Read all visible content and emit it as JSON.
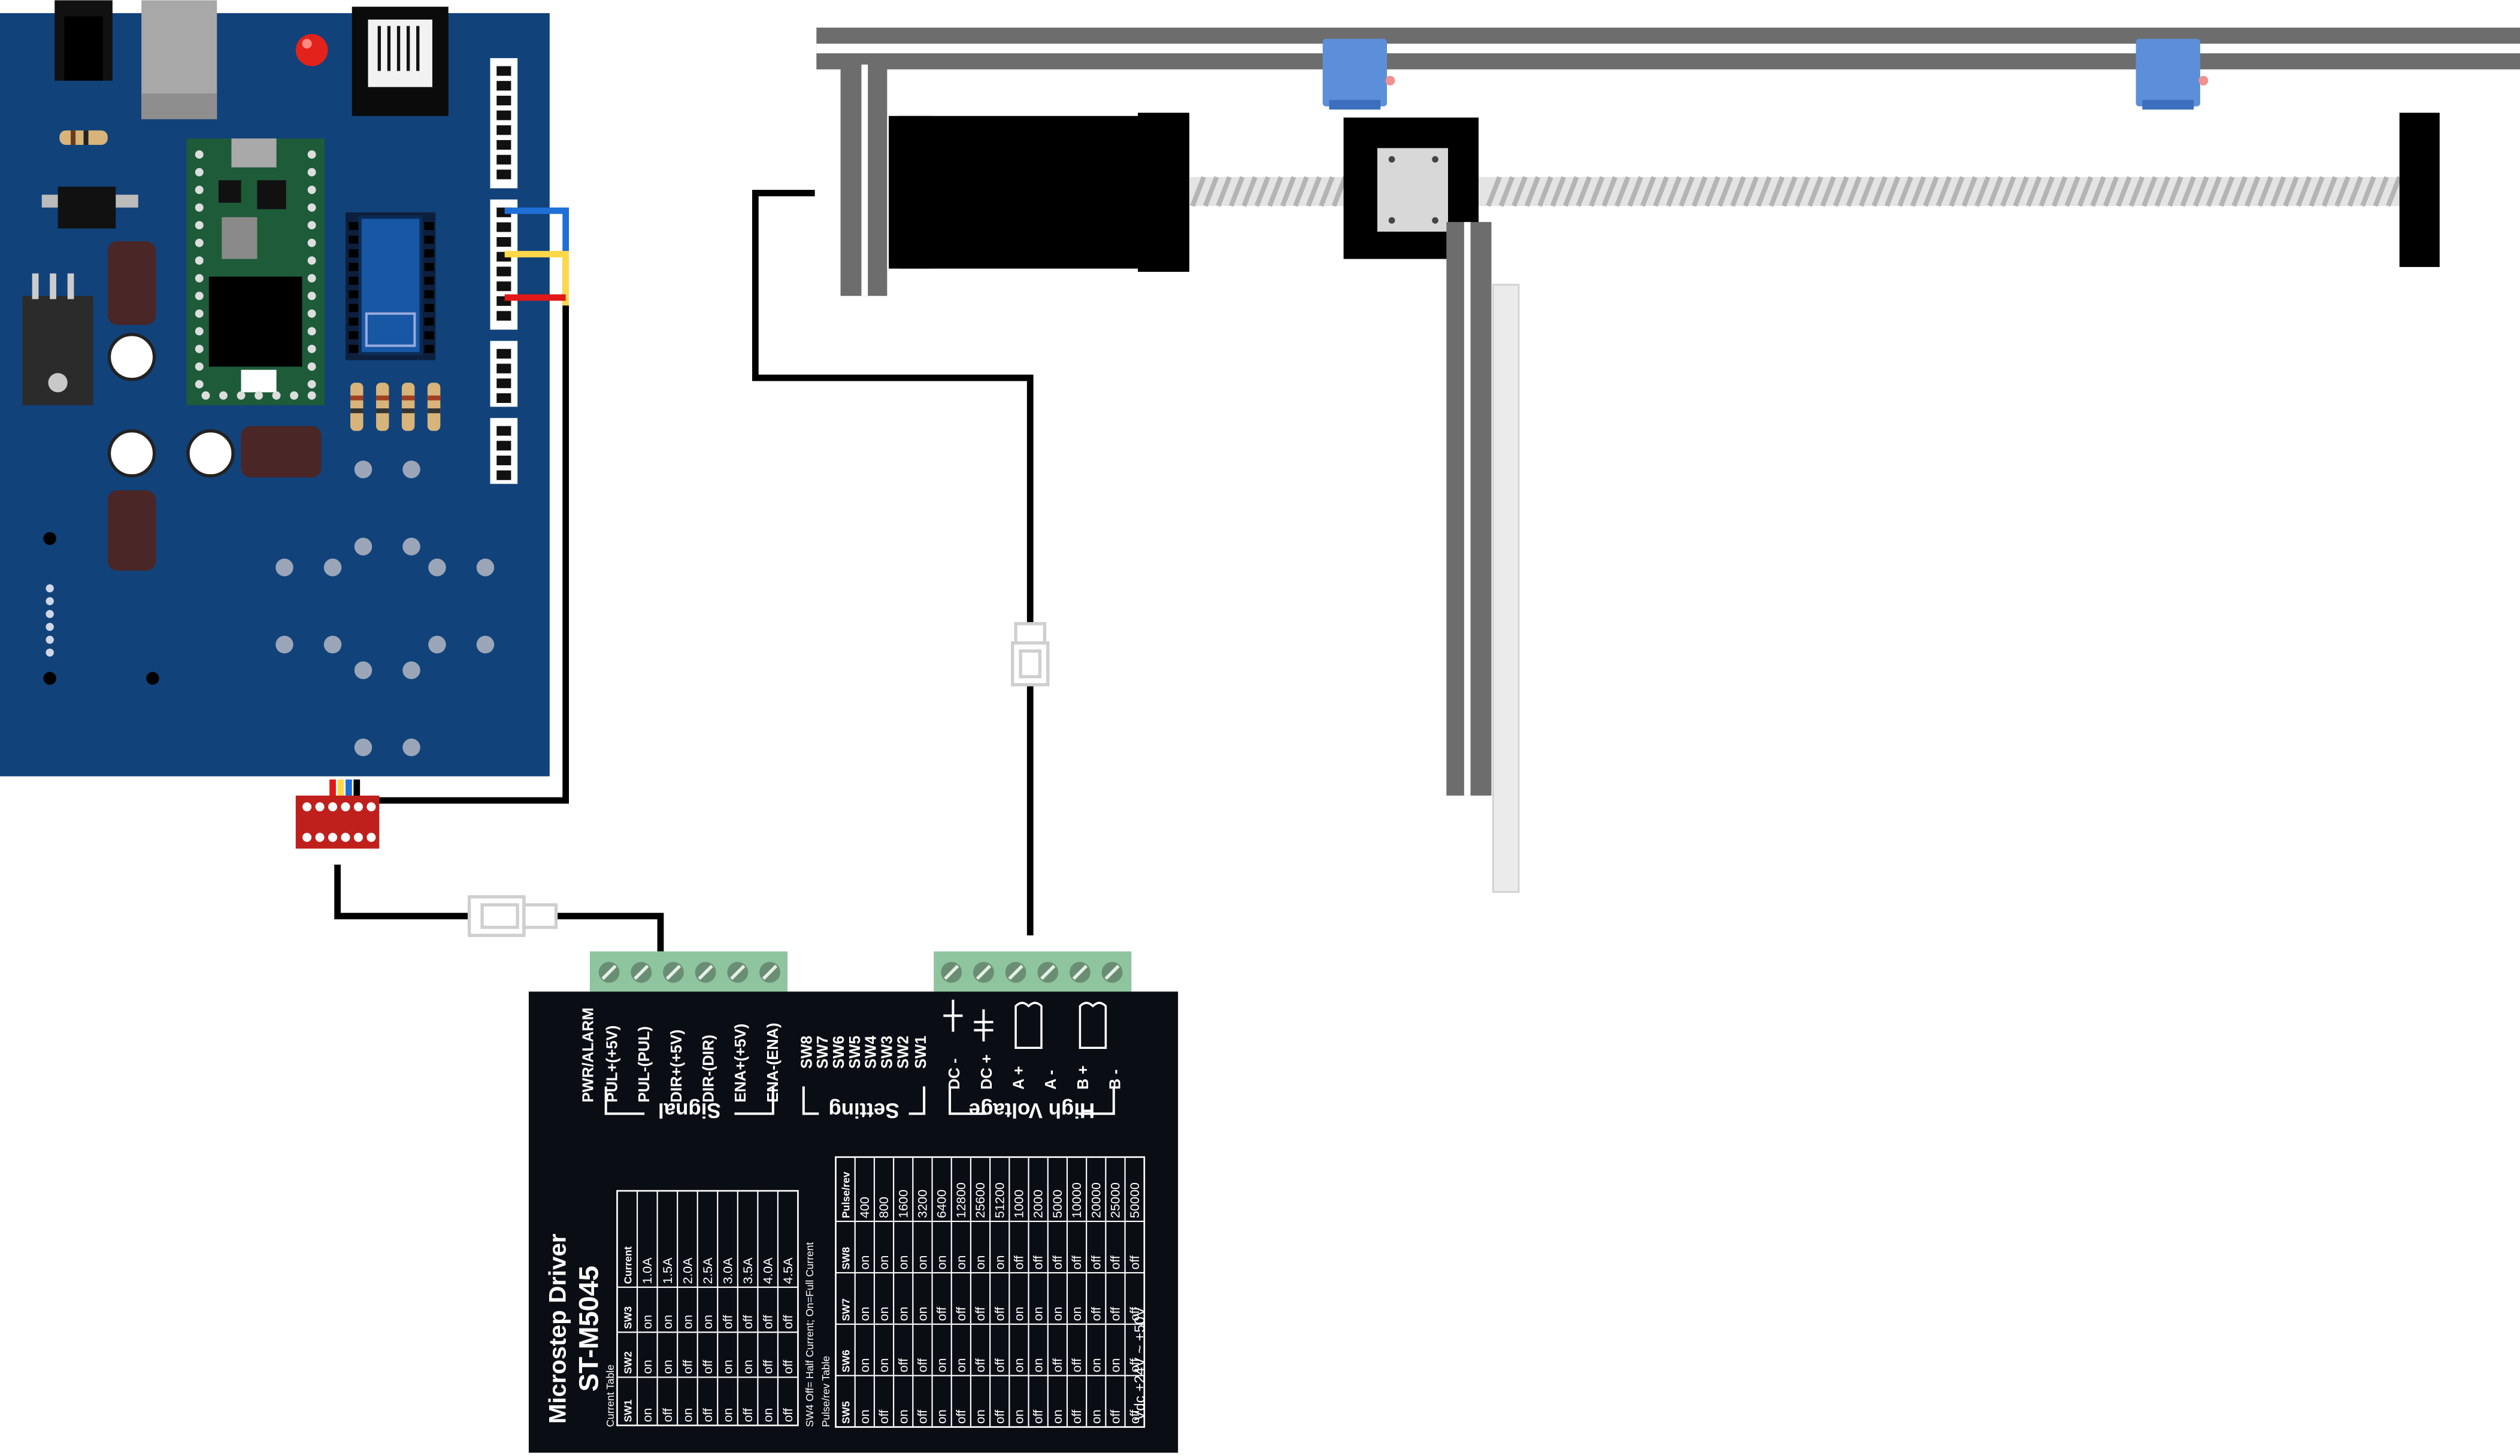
{
  "colors": {
    "pcb": "#11427a",
    "driver_body": "#0a0d14",
    "terminal": "#8fc59e",
    "rail": "#6d6d6d",
    "carriage": "#5b8fd9",
    "wire_blue": "#1f6fd6",
    "wire_yellow": "#ffd84a",
    "wire_red": "#e01818",
    "wire_black": "#000000",
    "connector_red": "#c0201c"
  },
  "driver": {
    "title": "Microstep Driver",
    "model": "ST-M5045",
    "signal_pins": [
      "PWR/ALARM",
      "PUL+(+5V)",
      "PUL-(PUL)",
      "DIR+(+5V)",
      "DIR-(DIR)",
      "ENA+(+5V)",
      "ENA-(ENA)"
    ],
    "setting_pins": [
      "SW8",
      "SW7",
      "SW6",
      "SW5",
      "SW4",
      "SW3",
      "SW2",
      "SW1"
    ],
    "hv_pins": [
      "DC -",
      "DC +",
      "A +",
      "A -",
      "B +",
      "B -"
    ],
    "group_signal": "Signal",
    "group_setting": "Setting",
    "group_hv": "High Voltage",
    "current_table_label": "Current Table",
    "current_table": {
      "headers": [
        "SW1",
        "SW2",
        "SW3",
        "Current"
      ],
      "rows": [
        [
          "on",
          "on",
          "on",
          "1.0A"
        ],
        [
          "off",
          "on",
          "on",
          "1.5A"
        ],
        [
          "on",
          "off",
          "on",
          "2.0A"
        ],
        [
          "off",
          "off",
          "on",
          "2.5A"
        ],
        [
          "on",
          "on",
          "off",
          "3.0A"
        ],
        [
          "off",
          "on",
          "off",
          "3.5A"
        ],
        [
          "on",
          "off",
          "off",
          "4.0A"
        ],
        [
          "off",
          "off",
          "off",
          "4.5A"
        ]
      ]
    },
    "sw4_note": "SW4  Off= Half Current;  On=Full Current",
    "pulse_table_label": "Pulse/rev Table",
    "pulse_table": {
      "headers": [
        "SW5",
        "SW6",
        "SW7",
        "SW8",
        "Pulse/rev"
      ],
      "rows": [
        [
          "on",
          "on",
          "on",
          "on",
          "400"
        ],
        [
          "off",
          "on",
          "on",
          "on",
          "800"
        ],
        [
          "on",
          "off",
          "on",
          "on",
          "1600"
        ],
        [
          "off",
          "off",
          "on",
          "on",
          "3200"
        ],
        [
          "on",
          "on",
          "off",
          "on",
          "6400"
        ],
        [
          "off",
          "on",
          "off",
          "on",
          "12800"
        ],
        [
          "on",
          "off",
          "off",
          "on",
          "25600"
        ],
        [
          "off",
          "off",
          "off",
          "on",
          "51200"
        ],
        [
          "on",
          "on",
          "on",
          "off",
          "1000"
        ],
        [
          "off",
          "on",
          "on",
          "off",
          "2000"
        ],
        [
          "on",
          "off",
          "on",
          "off",
          "5000"
        ],
        [
          "off",
          "off",
          "on",
          "off",
          "10000"
        ],
        [
          "on",
          "on",
          "off",
          "off",
          "20000"
        ],
        [
          "off",
          "on",
          "off",
          "off",
          "25000"
        ],
        [
          "off",
          "off",
          "off",
          "off",
          "50000"
        ]
      ]
    },
    "vdc_label": "Vdc  +24V ~ +50V"
  }
}
